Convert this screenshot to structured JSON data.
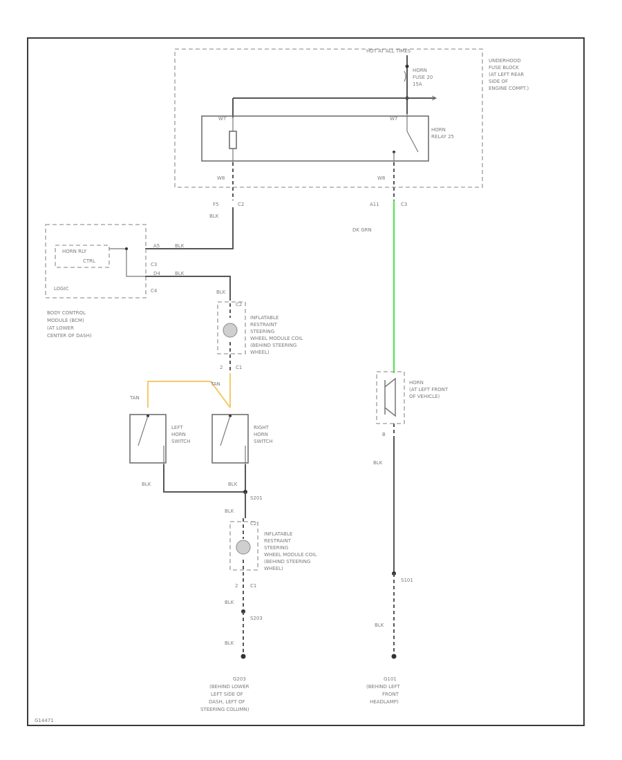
{
  "colors": {
    "green_wire": "#66e066",
    "yellow_wire": "#f5c96a",
    "wire": "#555555"
  },
  "fuse_block": {
    "hot_label": "HOT AT ALL TIMES",
    "label_lines": [
      "UNDERHOOD",
      "FUSE BLOCK",
      "(AT LEFT REAR",
      "SIDE OF",
      "ENGINE COMPT.)"
    ],
    "fuse_lines": [
      "HORN",
      "FUSE 20",
      "15A"
    ],
    "relay_lines": [
      "HORN",
      "RELAY 25"
    ],
    "pin_left_top": "W7",
    "pin_right_top": "W7",
    "pin_left_bottom": "W8",
    "pin_right_bottom": "W8"
  },
  "connector_left": {
    "pin": "F5",
    "conn": "C2",
    "wire": "BLK"
  },
  "connector_right": {
    "pin": "A11",
    "conn": "C3",
    "wire": "DK GRN"
  },
  "bcm": {
    "ctrl_lines": [
      "HORN RLY",
      "CTRL"
    ],
    "logic": "LOGIC",
    "label_lines": [
      "BODY CONTROL",
      "MODULE (BCM)",
      "(AT LOWER",
      "CENTER OF DASH)"
    ],
    "pin1": "A5",
    "wire1": "BLK",
    "conn_mid": "C3",
    "pin2": "D4",
    "wire2": "BLK",
    "conn_bot": "C4"
  },
  "coil_top": {
    "wire_in": "BLK",
    "conn": "C2",
    "label_lines": [
      "INFLATABLE",
      "RESTRAINT",
      "STEERING",
      "WHEEL MODULE COIL",
      "(BEHIND STEERING",
      "WHEEL)"
    ],
    "pin_out": "2",
    "conn_out": "C1"
  },
  "switches": {
    "tan_left": "TAN",
    "tan_right": "TAN",
    "left_lines": [
      "LEFT",
      "HORN",
      "SWITCH"
    ],
    "right_lines": [
      "RIGHT",
      "HORN",
      "SWITCH"
    ],
    "wire_left": "BLK",
    "wire_right": "BLK",
    "splice": "S201"
  },
  "coil_bottom": {
    "wire_in": "BLK",
    "conn": "C2",
    "label_lines": [
      "INFLATABLE",
      "RESTRAINT",
      "STEERING",
      "WHEEL MODULE COIL",
      "(BEHIND STEERING",
      "WHEEL)"
    ],
    "pin_out": "2",
    "conn_out": "C1",
    "wire_out": "BLK",
    "splice": "S203",
    "wire_ground": "BLK"
  },
  "ground_left": {
    "id": "G203",
    "label_lines": [
      "(BEHIND LOWER",
      "LEFT SIDE OF",
      "DASH, LEFT OF",
      "STEERING COLUMN)"
    ]
  },
  "horn": {
    "label_lines": [
      "HORN",
      "(AT LEFT FRONT",
      "OF VEHICLE)"
    ],
    "pin": "B",
    "wire": "BLK",
    "splice": "S101",
    "wire_ground": "BLK"
  },
  "ground_right": {
    "id": "G101",
    "label_lines": [
      "(BEHIND LEFT",
      "FRONT",
      "HEADLAMP)"
    ]
  },
  "figure_id": "G14471"
}
